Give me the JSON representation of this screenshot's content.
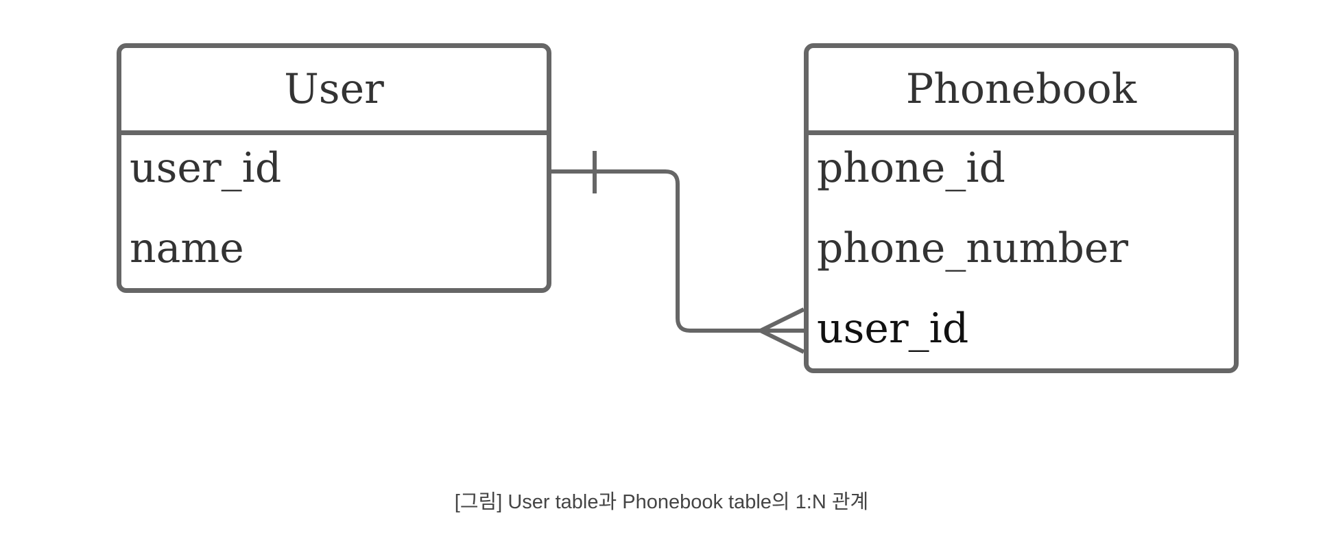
{
  "diagram": {
    "entities": [
      {
        "id": "user",
        "title": "User",
        "attributes": [
          "user_id",
          "name"
        ]
      },
      {
        "id": "phonebook",
        "title": "Phonebook",
        "attributes": [
          "phone_id",
          "phone_number",
          "user_id"
        ]
      }
    ],
    "relationship": {
      "from": "User.user_id",
      "to": "Phonebook.user_id",
      "from_cardinality": "one",
      "to_cardinality": "many"
    },
    "colors": {
      "stroke": "#666666",
      "text": "#333333",
      "caption": "#444444"
    }
  },
  "caption": "[그림] User table과 Phonebook table의 1:N 관계"
}
